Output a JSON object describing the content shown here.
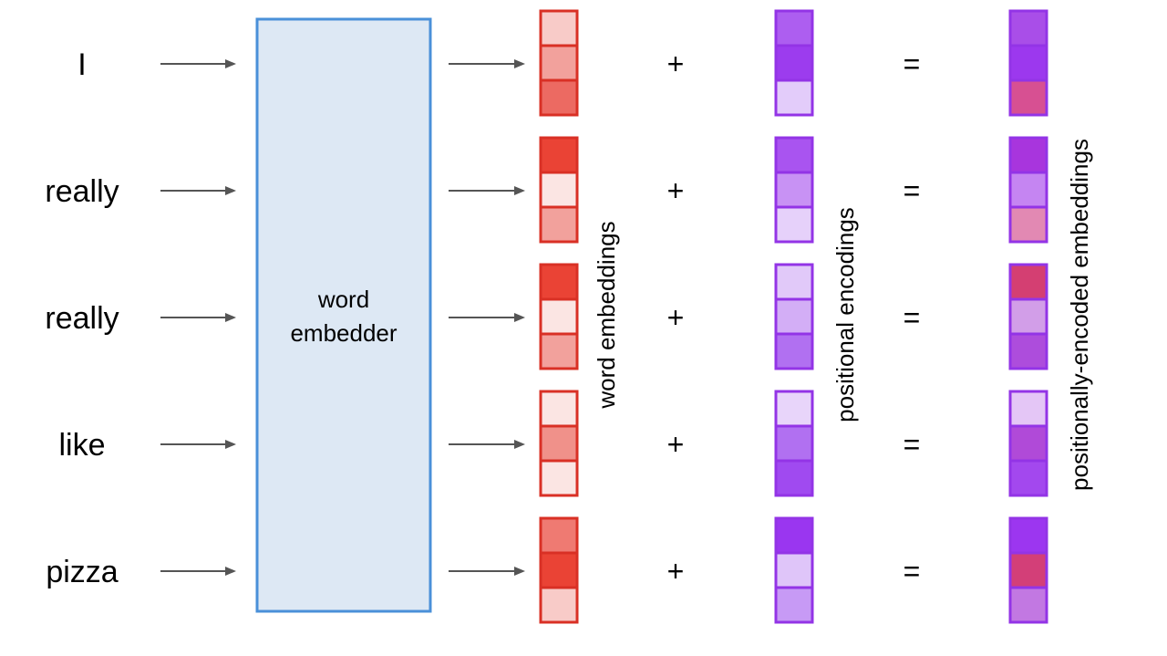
{
  "tokens": [
    "I",
    "really",
    "really",
    "like",
    "pizza"
  ],
  "embedder_label": [
    "word",
    "embedder"
  ],
  "labels": {
    "word_embeddings": "word embeddings",
    "positional_encodings": "positional encodings",
    "positionally_encoded": "positionally-encoded embeddings"
  },
  "operators": {
    "plus": "+",
    "equals": "="
  },
  "colors": {
    "embedder_fill": "#dde8f4",
    "embedder_stroke": "#4a90d9",
    "red_stroke": "#d93025",
    "purple_stroke": "#9334e6"
  },
  "vectors": {
    "word_embeddings": [
      [
        "#f8cbc8",
        "#f2a19c",
        "#ec6a62"
      ],
      [
        "#ea4335",
        "#fbe5e3",
        "#f2a19c"
      ],
      [
        "#ea4335",
        "#fbe5e3",
        "#f2a19c"
      ],
      [
        "#fbe5e3",
        "#f0918a",
        "#fbe5e3"
      ],
      [
        "#ef7a72",
        "#ea4335",
        "#f8cbc8"
      ]
    ],
    "positional_encodings": [
      [
        "#ad5ef0",
        "#9c3cee",
        "#e3ccfa"
      ],
      [
        "#a954f0",
        "#c892f4",
        "#e6d1fa"
      ],
      [
        "#e1c9f9",
        "#d3aef6",
        "#b170f1"
      ],
      [
        "#e8d5fa",
        "#b170f1",
        "#a04af0"
      ],
      [
        "#9a36f0",
        "#dfc5f9",
        "#c79af5"
      ]
    ],
    "positionally_encoded": [
      [
        "#a94ee8",
        "#9c38ee",
        "#d75092"
      ],
      [
        "#a835dd",
        "#c585f2",
        "#e289b3"
      ],
      [
        "#d43f72",
        "#d29ee8",
        "#ad4ddc"
      ],
      [
        "#e4c6f6",
        "#b04ad8",
        "#a348ee"
      ],
      [
        "#9c36f0",
        "#d33f78",
        "#c278e2"
      ]
    ]
  }
}
